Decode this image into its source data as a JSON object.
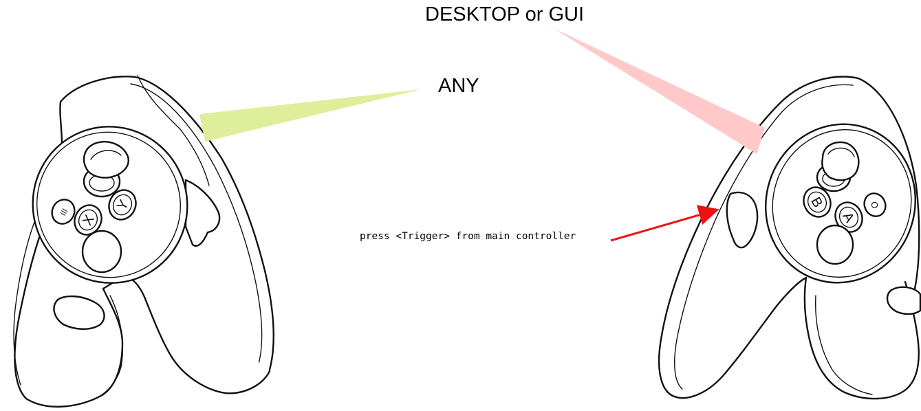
{
  "labels": {
    "desktop_gui": "DESKTOP or GUI",
    "any": "ANY",
    "trigger_instruction": "press <Trigger> from main controller"
  },
  "left_controller": {
    "buttons": [
      "III",
      "X",
      "Y"
    ]
  },
  "right_controller": {
    "buttons": [
      "B",
      "A",
      "O"
    ]
  },
  "colors": {
    "any_pointer": "#dfee9a",
    "desktop_pointer": "#ffc9c9",
    "trigger_arrow": "#ee1111",
    "outline": "#111111",
    "background": "#ffffff"
  }
}
